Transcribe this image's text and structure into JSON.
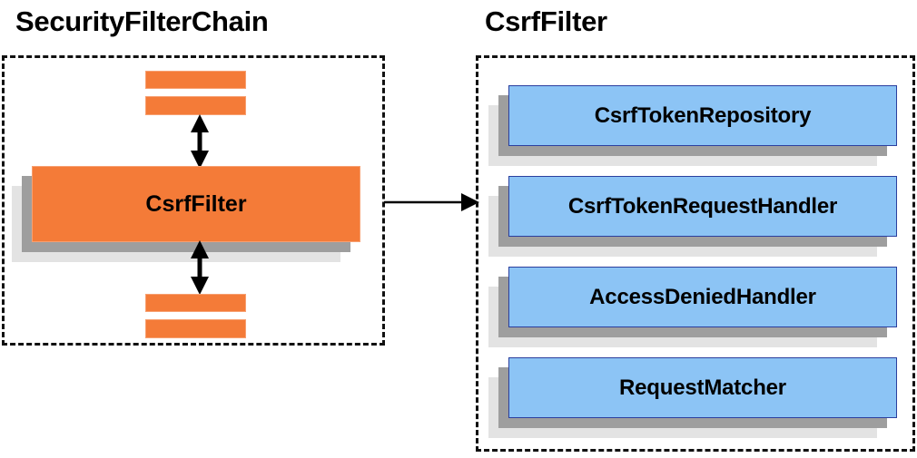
{
  "diagram": {
    "title_left": "SecurityFilterChain",
    "title_right": "CsrfFilter",
    "colors": {
      "orange_fill": "#f47b38",
      "orange_border": "#f7a071",
      "blue_fill": "#8cc4f5",
      "blue_border": "#2b3f9e",
      "shadow_dark": "#9e9e9e",
      "shadow_light": "#e3e3e3",
      "dashed_border": "#111111",
      "arrow": "#000000"
    }
  },
  "left_panel": {
    "name": "SecurityFilterChain",
    "highlighted_filter": "CsrfFilter",
    "filters_above_count": 2,
    "filters_below_count": 2,
    "arrow_up_label": "bidirectional",
    "arrow_down_label": "bidirectional"
  },
  "right_panel": {
    "name": "CsrfFilter",
    "collaborators": [
      {
        "label": "CsrfTokenRepository"
      },
      {
        "label": "CsrfTokenRequestHandler"
      },
      {
        "label": "AccessDeniedHandler"
      },
      {
        "label": "RequestMatcher"
      }
    ]
  },
  "connector": {
    "from": "SecurityFilterChain.CsrfFilter",
    "to": "CsrfFilter",
    "style": "solid-arrow-right"
  }
}
